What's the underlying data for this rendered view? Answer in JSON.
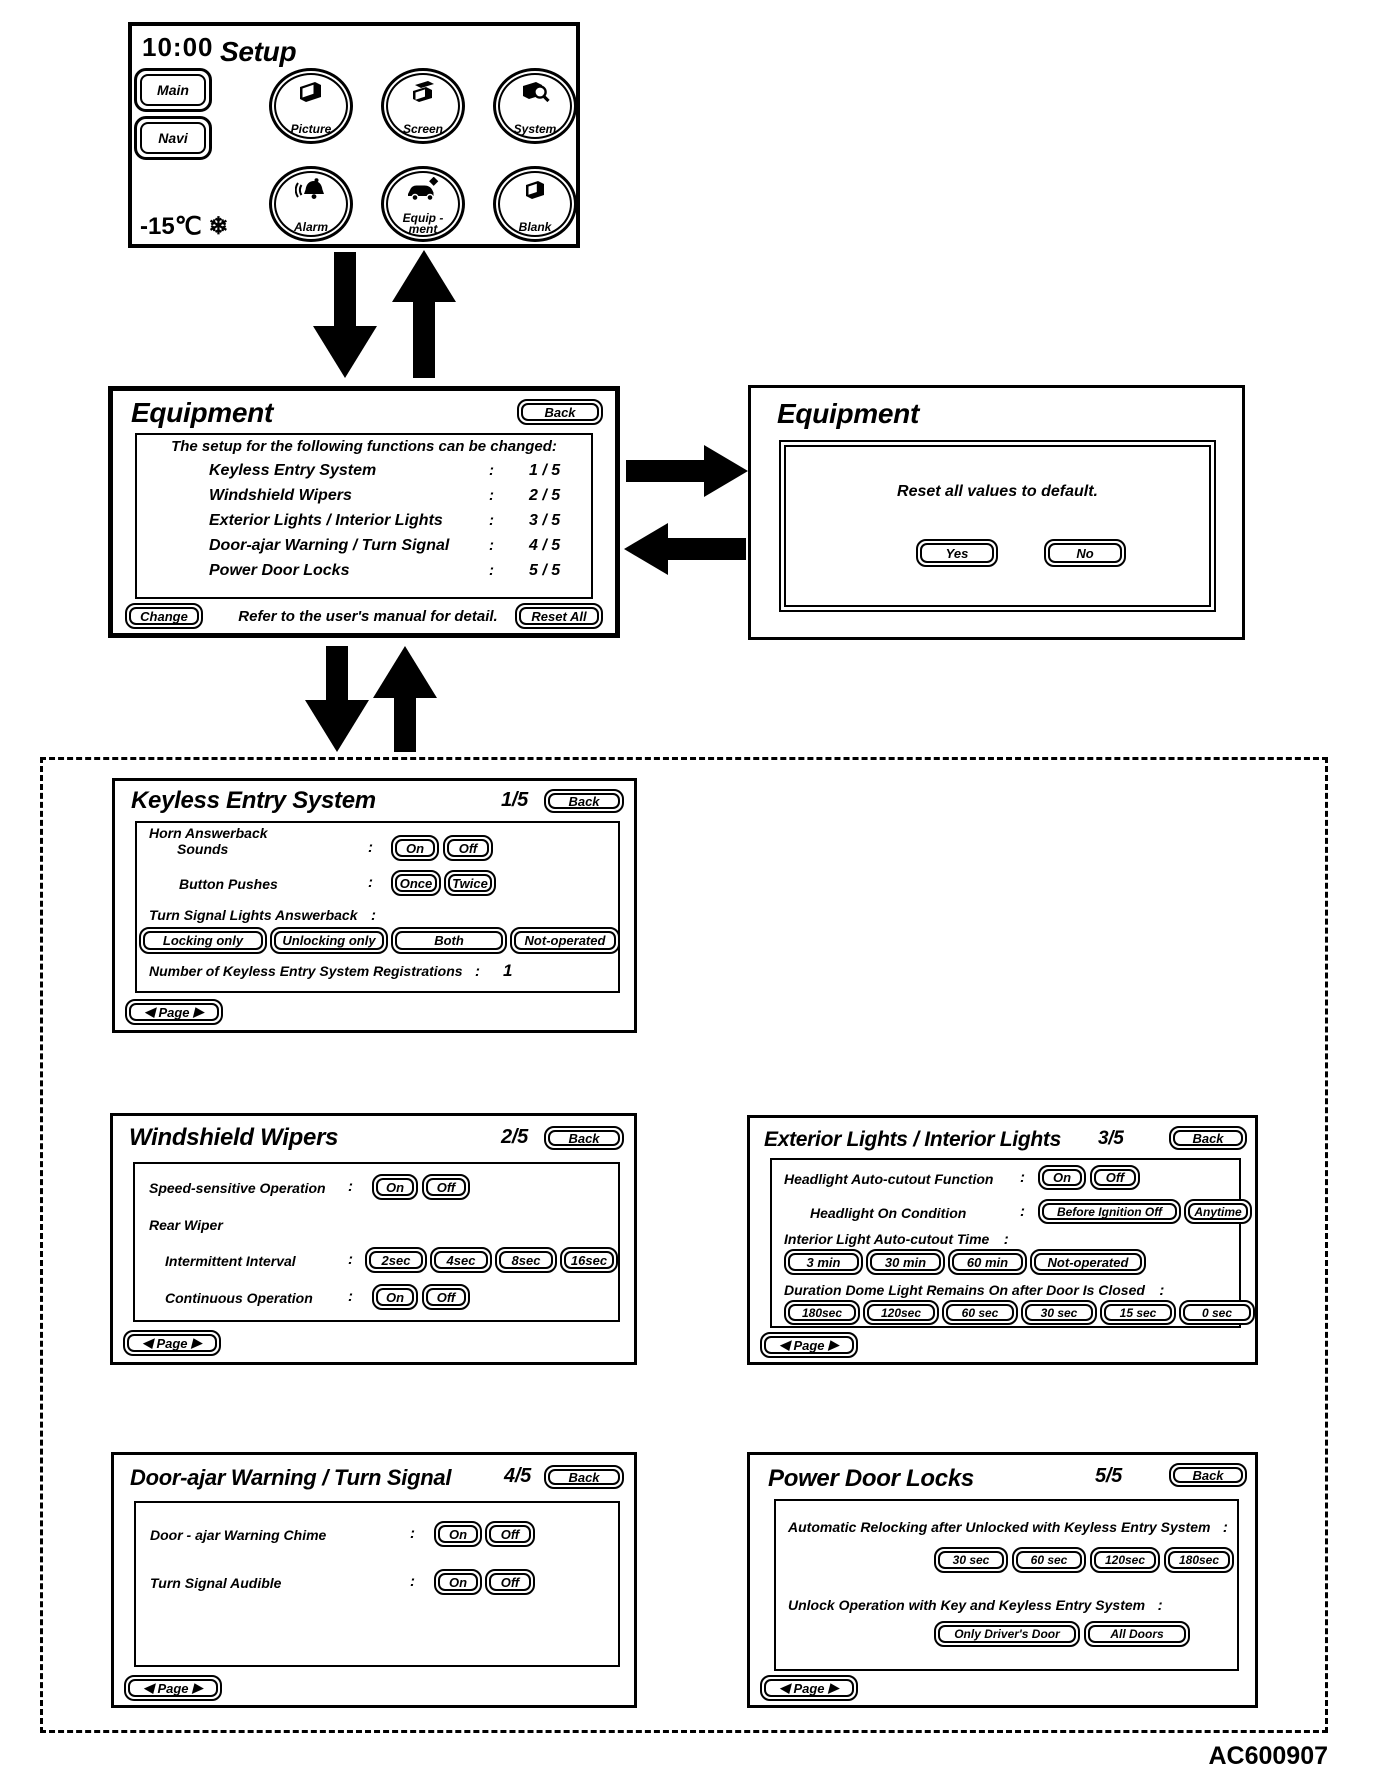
{
  "page_code": "AC600907",
  "punct": {
    "colon": ":"
  },
  "nav": {
    "left": "◀",
    "page": "Page",
    "right": "▶"
  },
  "setup": {
    "clock": "10:00",
    "title": "Setup",
    "main": "Main",
    "navi": "Navi",
    "temp": "-15℃",
    "snow": "❄",
    "icon_items": [
      {
        "label": "Picture"
      },
      {
        "label": "Screen"
      },
      {
        "label": "System"
      },
      {
        "label": "Alarm"
      },
      {
        "label": "Equip -\nment"
      },
      {
        "label": "Blank"
      }
    ]
  },
  "equipment": {
    "title": "Equipment",
    "back": "Back",
    "intro": "The setup for the following functions can be changed:",
    "items": [
      {
        "label": "Keyless Entry System",
        "page": "1 / 5"
      },
      {
        "label": "Windshield Wipers",
        "page": "2 / 5"
      },
      {
        "label": "Exterior Lights / Interior Lights",
        "page": "3 / 5"
      },
      {
        "label": "Door-ajar Warning / Turn Signal",
        "page": "4 / 5"
      },
      {
        "label": "Power Door Locks",
        "page": "5 / 5"
      }
    ],
    "change": "Change",
    "note": "Refer to the user's manual for detail.",
    "reset_all": "Reset All"
  },
  "reset_dialog": {
    "title": "Equipment",
    "message": "Reset all values to default.",
    "yes": "Yes",
    "no": "No"
  },
  "keyless": {
    "title": "Keyless Entry System",
    "page": "1/5",
    "back": "Back",
    "horn_group": "Horn Answerback",
    "sounds_label": "Sounds",
    "sounds_on": "On",
    "sounds_off": "Off",
    "pushes_label": "Button Pushes",
    "pushes_once": "Once",
    "pushes_twice": "Twice",
    "turn_label": "Turn Signal Lights Answerback",
    "turn_buttons": [
      "Locking only",
      "Unlocking only",
      "Both",
      "Not-operated"
    ],
    "registrations_label": "Number of Keyless Entry System Registrations",
    "registrations_value": "1"
  },
  "wipers": {
    "title": "Windshield Wipers",
    "page": "2/5",
    "back": "Back",
    "speed_label": "Speed-sensitive Operation",
    "speed_on": "On",
    "speed_off": "Off",
    "rear_group": "Rear Wiper",
    "interval_label": "Intermittent Interval",
    "interval_buttons": [
      "2sec",
      "4sec",
      "8sec",
      "16sec"
    ],
    "cont_label": "Continuous Operation",
    "cont_on": "On",
    "cont_off": "Off"
  },
  "lights": {
    "title": "Exterior Lights / Interior Lights",
    "page": "3/5",
    "back": "Back",
    "cutout_label": "Headlight Auto-cutout Function",
    "cutout_on": "On",
    "cutout_off": "Off",
    "condition_label": "Headlight On Condition",
    "condition_buttons": [
      "Before Ignition Off",
      "Anytime"
    ],
    "interior_label": "Interior Light Auto-cutout Time",
    "interior_buttons": [
      "3 min",
      "30 min",
      "60 min",
      "Not-operated"
    ],
    "dome_label": "Duration Dome Light Remains On after Door Is Closed",
    "dome_buttons": [
      "180sec",
      "120sec",
      "60 sec",
      "30 sec",
      "15 sec",
      "0 sec"
    ]
  },
  "door_ajar": {
    "title": "Door-ajar Warning / Turn Signal",
    "page": "4/5",
    "back": "Back",
    "chime_label": "Door - ajar Warning Chime",
    "chime_on": "On",
    "chime_off": "Off",
    "audible_label": "Turn Signal Audible",
    "audible_on": "On",
    "audible_off": "Off"
  },
  "door_locks": {
    "title": "Power Door Locks",
    "page": "5/5",
    "back": "Back",
    "relock_label": "Automatic Relocking after Unlocked with Keyless Entry System",
    "relock_buttons": [
      "30 sec",
      "60 sec",
      "120sec",
      "180sec"
    ],
    "unlock_label": "Unlock Operation with Key and Keyless Entry System",
    "unlock_buttons": [
      "Only Driver's Door",
      "All Doors"
    ]
  }
}
